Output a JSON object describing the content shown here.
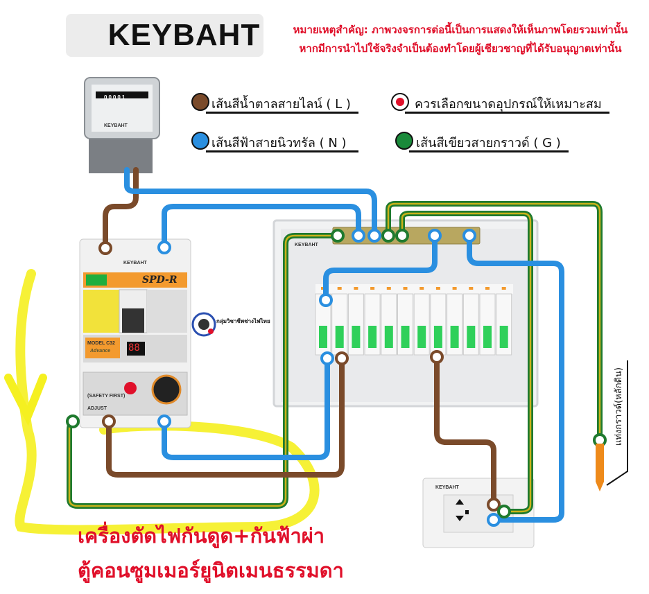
{
  "brand": {
    "name": "KEYBAHT"
  },
  "note": {
    "line1": "หมายเหตุสำคัญ: ภาพวงจรการต่อนี้เป็นการแสดงให้เห็นภาพโดยรวมเท่านั้น",
    "line2": "หากมีการนำไปใช้จริงจำเป็นต้องทำโดยผู้เชียวชาญที่ได้รับอนุญาตเท่านั้น"
  },
  "legend": [
    {
      "label": "เส้นสีน้ำตาลสายไลน์ ( L )",
      "color": "#7a4a2a"
    },
    {
      "label": "ควรเลือกขนาดอุปกรณ์ให้เหมาะสม",
      "color": "#e0102a"
    },
    {
      "label": "เส้นสีฟ้าสายนิวทรัล ( N )",
      "color": "#2a8fe0"
    },
    {
      "label": "เส้นสีเขียวสายกราวด์ ( G )",
      "color": "#1a8a3a"
    }
  ],
  "devices": {
    "spd_brand": "KEYBAHT",
    "spd_name": "SPD-R",
    "spd_model": "MODEL C32",
    "spd_model_sub": "Advance",
    "spd_display": "88",
    "spd_adjust": "ADJUST",
    "spd_safety": "(SAFETY FIRST)",
    "group_logo": "กลุ่มวิชาชีพช่างไฟไทย",
    "cu_brand": "KEYBAHT",
    "outlet_brand": "KEYBAHT",
    "meter_brand": "KEYBAHT",
    "meter_reading": "00001"
  },
  "titles": {
    "line1": "เครื่องตัดไฟกันดูด+กันฟ้าผ่า",
    "line2": "ตู้คอนซูมเมอร์ยูนิตเมนธรรมดา"
  },
  "ground_rod_label": "แท่งกราวด์(หลักดิน)",
  "colors": {
    "live": "#7a4a2a",
    "neutral": "#2a8fe0",
    "ground": "#1f7a2e",
    "ground_stripe": "#c9b21a",
    "accent": "#e0102a",
    "highlight": "#f5f020"
  }
}
